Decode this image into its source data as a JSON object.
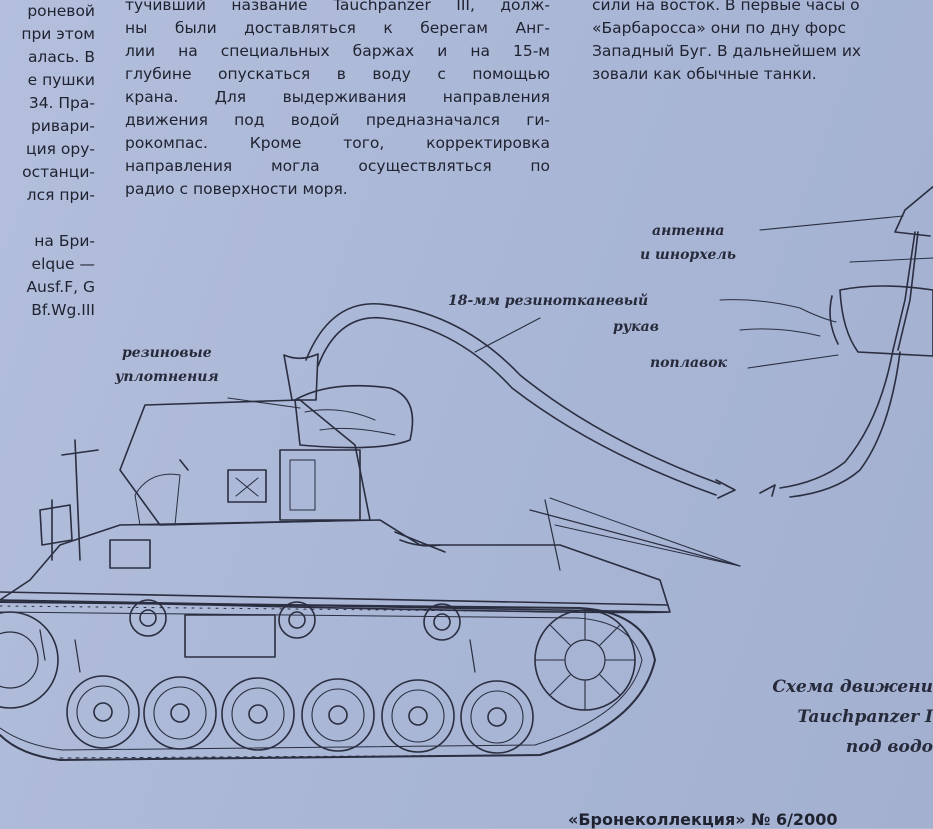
{
  "left_column": {
    "lines": [
      "роневой",
      "при этом",
      "алась. В",
      "е пушки",
      "34. Пра-",
      "ривари-",
      "ция ору-",
      "останци-",
      "лся при-"
    ],
    "lines_2": [
      "на Бри-",
      "elque —",
      "Ausf.F, G",
      "Bf.Wg.III"
    ]
  },
  "middle_column": {
    "lines": [
      "тучивший название Tauchpanzer III, долж-",
      "ны были доставляться к берегам Анг-",
      "лии на специальных баржах и на 15-м",
      "глубине опускаться в воду с помощью",
      "крана. Для выдерживания направления",
      "движения под водой предназначался ги-",
      "рокомпас. Кроме того, корректировка",
      "направления могла осуществляться по",
      "радио с поверхности моря."
    ]
  },
  "right_column": {
    "lines": [
      "сили на восток. В первые часы о",
      "«Барбаросса» они по дну форс",
      "Западный Буг. В дальнейшем их",
      "зовали как обычные танки."
    ]
  },
  "diagram": {
    "label_antenna_1": "антенна",
    "label_antenna_2": "и шнорхель",
    "label_hose_1": "18-мм резинотканевый",
    "label_hose_2": "рукав",
    "label_float": "поплавок",
    "label_seals_1": "резиновые",
    "label_seals_2": "уплотнения",
    "caption_1": "Схема движени",
    "caption_2": "Tauchpanzer I",
    "caption_3": "под водо"
  },
  "footer": {
    "text": "«Бронеколлекция» № 6/2000"
  },
  "colors": {
    "ink": "#1f2230",
    "paper": "#aebad7"
  }
}
